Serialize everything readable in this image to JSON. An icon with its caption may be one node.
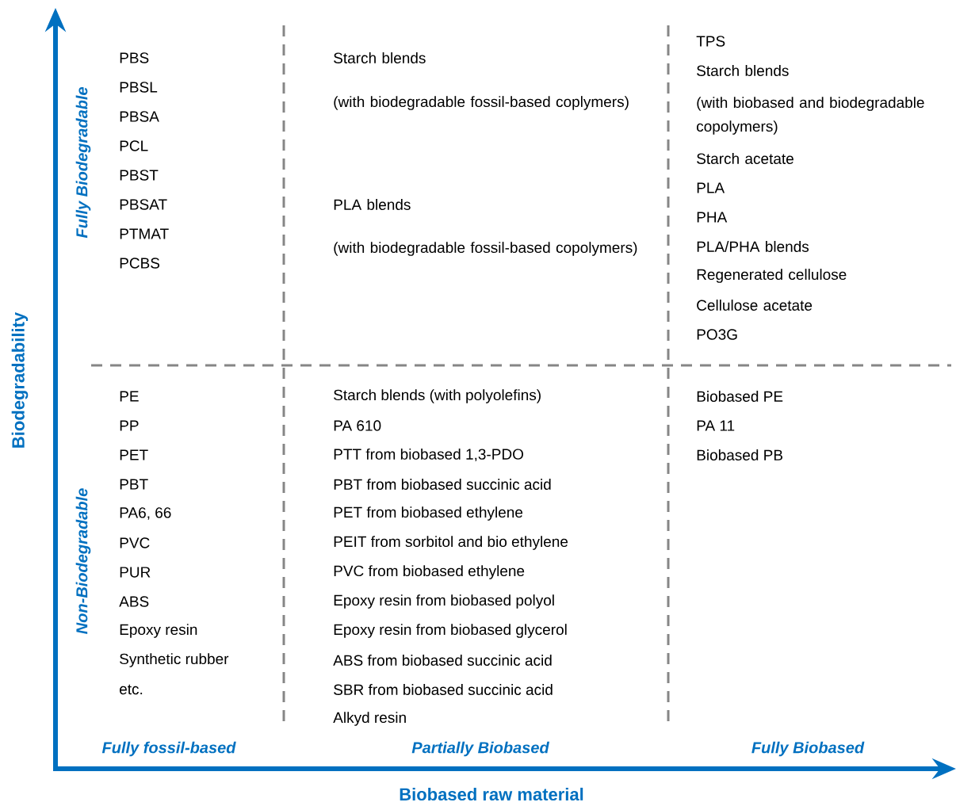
{
  "diagram": {
    "labels": [
      "Biodegradability",
      "Fully Biodegradable",
      "Non-Biodegradable",
      "PBS",
      "PBSL",
      "PBSA",
      "PCL",
      "PBST",
      "PBSAT",
      "PTMAT",
      "PCBS",
      "Starch blends",
      "(with biodegradable fossil-based coplymers)",
      "PLA blends",
      "(with biodegradable fossil-based copolymers)",
      "TPS",
      "Starch blends",
      "(with biobased and biodegradable copolymers)",
      "Starch acetate",
      "PLA",
      "PHA",
      "PLA/PHA blends",
      "Regenerated cellulose",
      "Cellulose acetate",
      "PO3G",
      "PE",
      "PP",
      "PET",
      "PBT",
      "PA6, 66",
      "PVC",
      "PUR",
      "ABS",
      "Epoxy resin",
      "Synthetic rubber",
      "etc.",
      "Starch blends (with polyolefins)",
      "PA 610",
      "PTT from biobased 1,3-PDO",
      "PBT from biobased succinic acid",
      "PET from biobased ethylene",
      "PEIT from sorbitol and bio ethylene",
      "PVC from biobased ethylene",
      "Epoxy resin from biobased polyol",
      "Epoxy resin from biobased glycerol",
      "ABS from biobased succinic acid",
      "SBR from biobased succinic acid",
      "Alkyd resin",
      "Biobased PE",
      "PA 11",
      "Biobased PB",
      "Fully fossil-based",
      "Partially Biobased",
      "Fully Biobased",
      "Biobased raw material"
    ]
  }
}
